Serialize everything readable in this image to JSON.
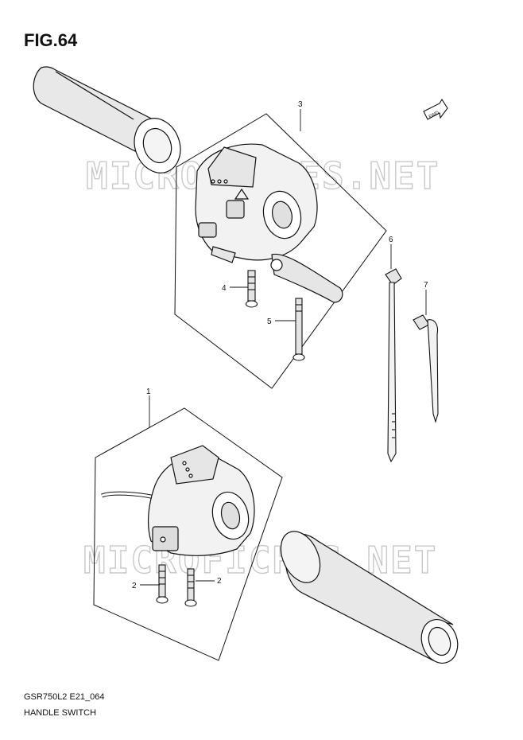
{
  "figure": {
    "title": "FIG.64"
  },
  "footer": {
    "model_code": "GSR750L2 E21_064",
    "section_name": "HANDLE SWITCH"
  },
  "watermark": "MICROFICHES.NET",
  "fwd_label": "FWD",
  "callouts": [
    {
      "id": "c1",
      "label": "1"
    },
    {
      "id": "c2a",
      "label": "2"
    },
    {
      "id": "c2b",
      "label": "2"
    },
    {
      "id": "c3",
      "label": "3"
    },
    {
      "id": "c4",
      "label": "4"
    },
    {
      "id": "c5",
      "label": "5"
    },
    {
      "id": "c6",
      "label": "6"
    },
    {
      "id": "c7",
      "label": "7"
    }
  ],
  "colors": {
    "line": "#111111",
    "watermark_stroke": "#c9c9c9",
    "fill": "#ffffff",
    "shade": "#e6e6e6"
  }
}
